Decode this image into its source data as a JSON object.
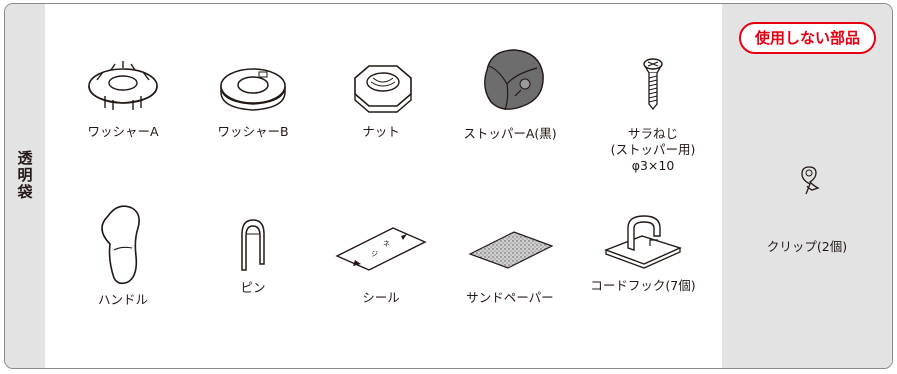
{
  "side_label": "透\n明\n袋",
  "unused_badge": "使用しない部品",
  "items_row1": [
    {
      "label": "ワッシャーA"
    },
    {
      "label": "ワッシャーB"
    },
    {
      "label": "ナット"
    },
    {
      "label": "ストッパーA(黒)"
    },
    {
      "label": "サラねじ\n(ストッパー用)\nφ3×10"
    }
  ],
  "items_row2": [
    {
      "label": "ハンドル"
    },
    {
      "label": "ピン"
    },
    {
      "label": "シール"
    },
    {
      "label": "サンドペーパー"
    },
    {
      "label": "コードフック(7個)"
    }
  ],
  "unused_item": {
    "label": "クリップ(2個)"
  },
  "colors": {
    "accent": "#e60012",
    "panel": "#e3e3e3",
    "border": "#8a8a8a"
  }
}
